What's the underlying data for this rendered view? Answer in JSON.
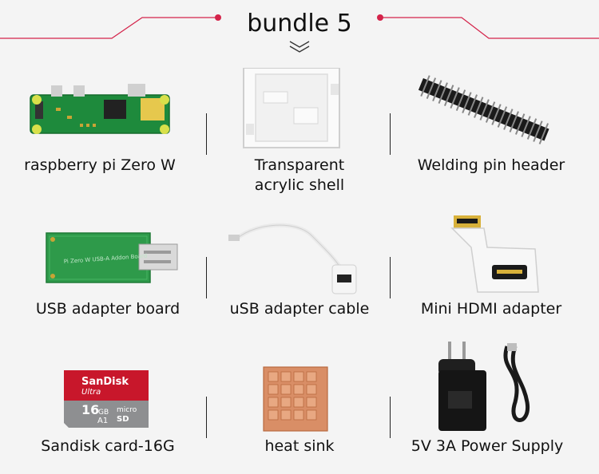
{
  "header": {
    "title": "bundle 5",
    "accent_color": "#d4234a"
  },
  "items": [
    {
      "label": "raspberry pi Zero W",
      "icon": "raspberry-pi-zero-board"
    },
    {
      "label": "Transparent\nacrylic shell",
      "icon": "acrylic-case"
    },
    {
      "label": "Welding pin header",
      "icon": "pin-header"
    },
    {
      "label": "USB adapter board",
      "icon": "usb-adapter-board"
    },
    {
      "label": "uSB adapter cable",
      "icon": "usb-otg-cable"
    },
    {
      "label": "Mini HDMI adapter",
      "icon": "mini-hdmi-adapter"
    },
    {
      "label": "Sandisk card-16G",
      "icon": "microsd-card"
    },
    {
      "label": "heat sink",
      "icon": "heat-sink"
    },
    {
      "label": "5V 3A Power Supply",
      "icon": "power-supply"
    }
  ],
  "card": {
    "brand": "SanDisk",
    "line": "Ultra",
    "capacity": "16",
    "unit": "GB",
    "class": "A1"
  }
}
